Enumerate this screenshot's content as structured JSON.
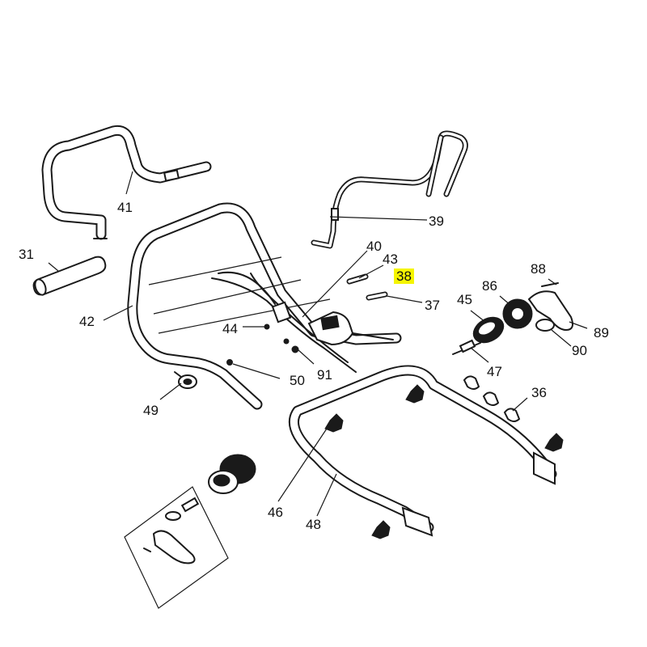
{
  "callouts": {
    "p31": "31",
    "p36": "36",
    "p37": "37",
    "p38": "38",
    "p39": "39",
    "p40": "40",
    "p41": "41",
    "p42": "42",
    "p43": "43",
    "p44": "44",
    "p45": "45",
    "p46": "46",
    "p47": "47",
    "p48": "48",
    "p49": "49",
    "p50": "50",
    "p86": "86",
    "p88": "88",
    "p89": "89",
    "p90": "90",
    "p91": "91"
  },
  "highlight": {
    "part": "38",
    "color": "#f5f500"
  }
}
